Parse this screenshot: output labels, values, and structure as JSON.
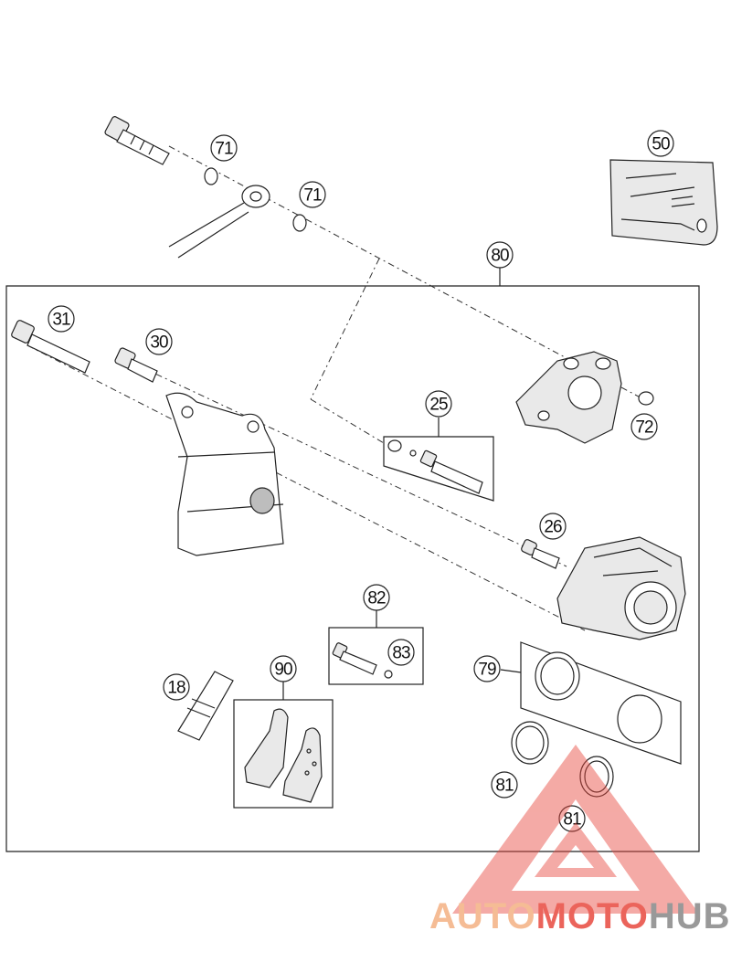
{
  "callouts": {
    "c71a": "71",
    "c71b": "71",
    "c50": "50",
    "c80": "80",
    "c31": "31",
    "c30": "30",
    "c25": "25",
    "c72": "72",
    "c26": "26",
    "c82": "82",
    "c83": "83",
    "c79": "79",
    "c18": "18",
    "c90": "90",
    "c81a": "81",
    "c81b": "81"
  },
  "watermark": {
    "part1": "AUTO",
    "part2": "MOTO",
    "part3": "HUB",
    "color1": "#f4b183",
    "color2": "#e8493f",
    "color3": "#888888",
    "triangle_color": "#e8493f"
  }
}
